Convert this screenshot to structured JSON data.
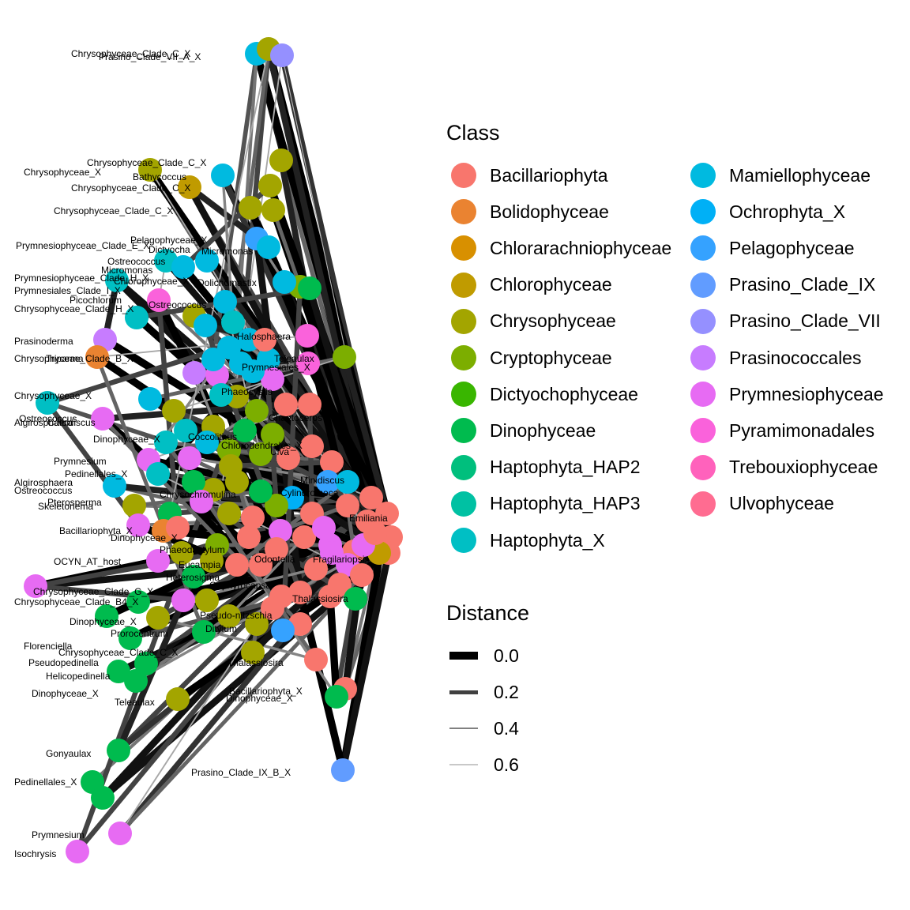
{
  "legend": {
    "class_title": "Class",
    "classes": [
      {
        "name": "Bacillariophyta",
        "color": "#F8766D"
      },
      {
        "name": "Bolidophyceae",
        "color": "#EA8331"
      },
      {
        "name": "Chlorarachniophyceae",
        "color": "#D89000"
      },
      {
        "name": "Chlorophyceae",
        "color": "#C09B00"
      },
      {
        "name": "Chrysophyceae",
        "color": "#A3A500"
      },
      {
        "name": "Cryptophyceae",
        "color": "#7CAE00"
      },
      {
        "name": "Dictyochophyceae",
        "color": "#39B600"
      },
      {
        "name": "Dinophyceae",
        "color": "#00BB4E"
      },
      {
        "name": "Haptophyta_HAP2",
        "color": "#00BF7D"
      },
      {
        "name": "Haptophyta_HAP3",
        "color": "#00C1A3"
      },
      {
        "name": "Haptophyta_X",
        "color": "#00BFC4"
      },
      {
        "name": "Mamiellophyceae",
        "color": "#00BAE0"
      },
      {
        "name": "Ochrophyta_X",
        "color": "#00B0F6"
      },
      {
        "name": "Pelagophyceae",
        "color": "#35A2FF"
      },
      {
        "name": "Prasino_Clade_IX",
        "color": "#619CFF"
      },
      {
        "name": "Prasino_Clade_VII",
        "color": "#9590FF"
      },
      {
        "name": "Prasinococcales",
        "color": "#C77CFF"
      },
      {
        "name": "Prymnesiophyceae",
        "color": "#E76BF3"
      },
      {
        "name": "Pyramimonadales",
        "color": "#FA62DB"
      },
      {
        "name": "Trebouxiophyceae",
        "color": "#FF62BC"
      },
      {
        "name": "Ulvophyceae",
        "color": "#FF6C91"
      }
    ],
    "distance_title": "Distance",
    "distances": [
      {
        "label": "0.0",
        "value": 0.0
      },
      {
        "label": "0.2",
        "value": 0.2
      },
      {
        "label": "0.4",
        "value": 0.4
      },
      {
        "label": "0.6",
        "value": 0.6
      }
    ]
  },
  "network": {
    "labels": [
      "Chrysophyceae_Clade_C_X",
      "Prasino_Clade_VII_A_X",
      "Chrysophyceae_Clade_C_X",
      "Bathycoccus",
      "Chrysophyceae_X",
      "Chrysophyceae_Clade_C_X",
      "Chrysophyceae_Clade_C_X",
      "Pelagophyceae_X",
      "Prymnesiophyceae_Clade_E_X",
      "Dictyocha",
      "Micromonas",
      "Ostreococcus",
      "Micromonas",
      "Chlorophyceae_X",
      "Dolichomastix",
      "Prymnesiophyceae_Clade_H_X",
      "Prymnesiales_Clade_I_X",
      "Picochlorum",
      "Ostreococcus",
      "Chrysophyceae_Clade_H_X",
      "Prasinoderma",
      "Halosphaera",
      "Phaeocystis",
      "Prymnesiales_X",
      "Teleaulax",
      "Chrysophyceae_Clade_B_X",
      "Triparma",
      "Emiliania",
      "Ostreococcus",
      "Calcidiscus",
      "Chrysophyceae_X",
      "Algirosphaera",
      "Chlorodendrales_X",
      "Ulva",
      "Chaetoceros",
      "Dinophyceae_X",
      "Prymnesium",
      "Pedinellales_X",
      "Algirosphaera",
      "Ostreococcus",
      "Chrysochromulina",
      "Bacillariophyta_X",
      "Skeletonema",
      "Pterosperma",
      "Dinophyceae_X",
      "Coccolithus",
      "Phaeodactylum",
      "Ditylum",
      "Pseudo-nitzschia",
      "Chrysophyceae_Clade_G_X",
      "Chrysophyceae_Clade_B4_X",
      "OCYN_AT_host",
      "Eucampia",
      "Heterosigma",
      "Gephyrocapsa",
      "Thalassiosira",
      "Fragilariopsis",
      "Odontella",
      "Dinophyceae_X",
      "Florenciella",
      "Chrysophyceae_Clade_C_X",
      "Prorocentrum",
      "Pseudopedinella",
      "Helicopedinella",
      "Dinophyceae_X",
      "Teleaulax",
      "Bacillariophyta_X",
      "Dinophyceae_X",
      "Thalassiosira",
      "Gonyaulax",
      "Pedinellales_X",
      "Prasino_Clade_IX_B_X",
      "Prymnesium",
      "Isochrysis",
      "Cylindrotheca",
      "Minidiscus"
    ]
  }
}
